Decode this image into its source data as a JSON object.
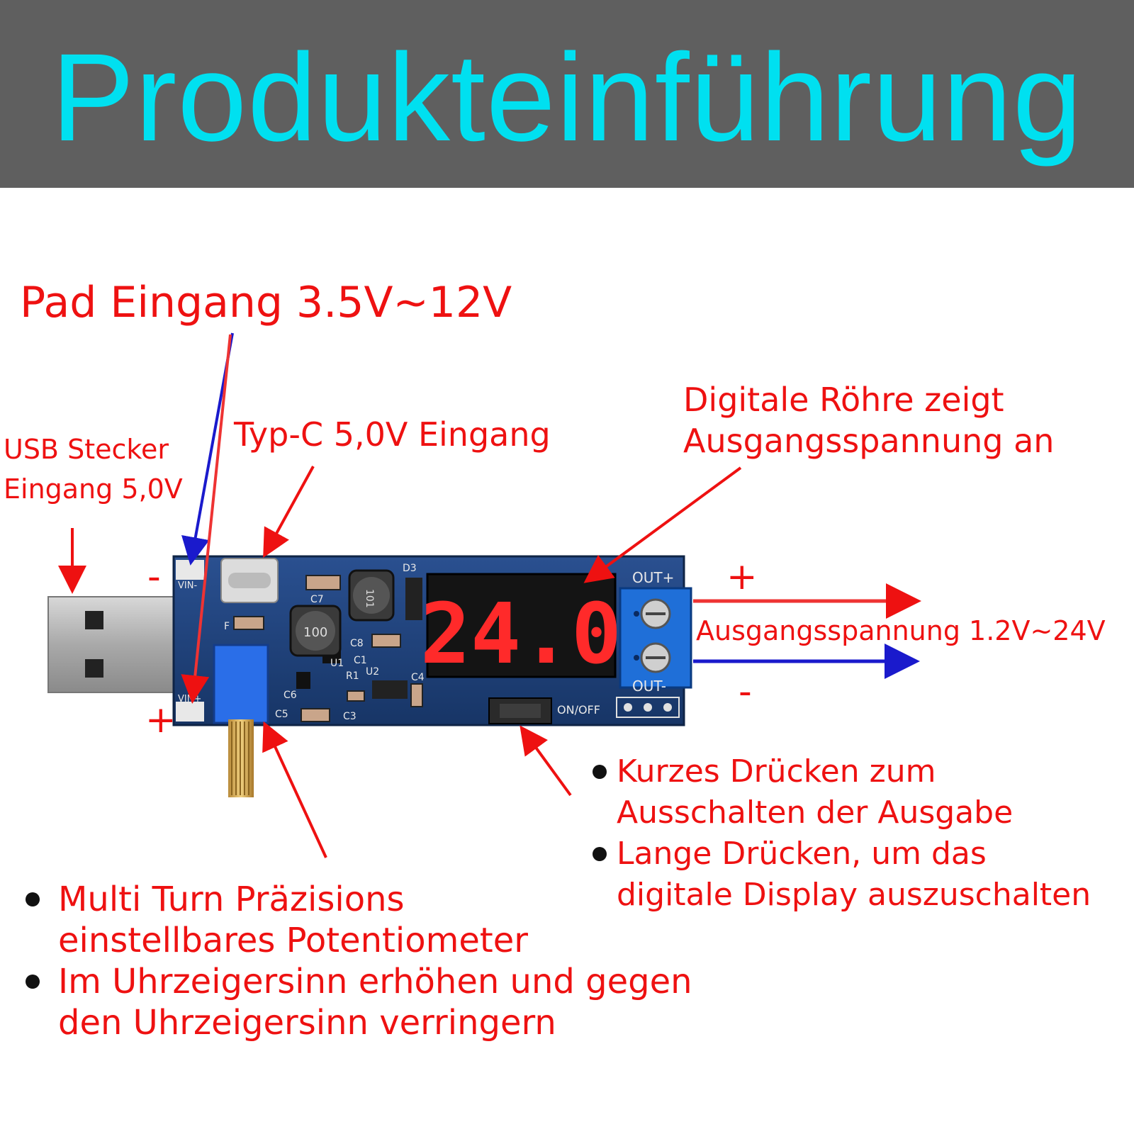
{
  "header": {
    "title": "Produkteinführung"
  },
  "labels": {
    "pad_input": "Pad Eingang 3.5V~12V",
    "typec_input": "Typ-C 5,0V Eingang",
    "usb_input": [
      "USB Stecker",
      "Eingang 5,0V"
    ],
    "display": [
      "Digitale Röhre zeigt",
      "Ausgangsspannung an"
    ],
    "output_voltage": "Ausgangsspannung 1.2V~24V"
  },
  "board": {
    "display_reading": "24.0",
    "silkscreen": {
      "out_plus": "OUT+",
      "out_minus": "OUT-",
      "vin_minus": "VIN-",
      "vin_plus": "VIN+",
      "on_off": "ON/OFF",
      "d3": "D3",
      "c7": "C7",
      "c8": "C8",
      "c1": "C1",
      "u2": "U2",
      "r1": "R1",
      "c4": "C4",
      "c3": "C3",
      "c5": "C5",
      "c6": "C6",
      "u1": "U1",
      "f": "F",
      "inductor_large": "100",
      "inductor_small": "101"
    },
    "colors": {
      "pcb": "#1e3f73",
      "segment": "#ff2a2a",
      "terminal": "#1f6fd8",
      "arrow_red": "#ee1111",
      "arrow_blue": "#1a1acc"
    }
  },
  "signs": {
    "in_minus": "-",
    "in_plus": "+",
    "out_plus": "+",
    "out_minus": "-"
  },
  "bullets_button": [
    [
      "Kurzes Drücken zum",
      "Ausschalten der Ausgabe"
    ],
    [
      "Lange Drücken, um das",
      "digitale Display auszuschalten"
    ]
  ],
  "bullets_pot": [
    [
      "Multi Turn Präzisions",
      "einstellbares Potentiometer"
    ],
    [
      "Im Uhrzeigersinn erhöhen und gegen",
      "den Uhrzeigersinn verringern"
    ]
  ]
}
